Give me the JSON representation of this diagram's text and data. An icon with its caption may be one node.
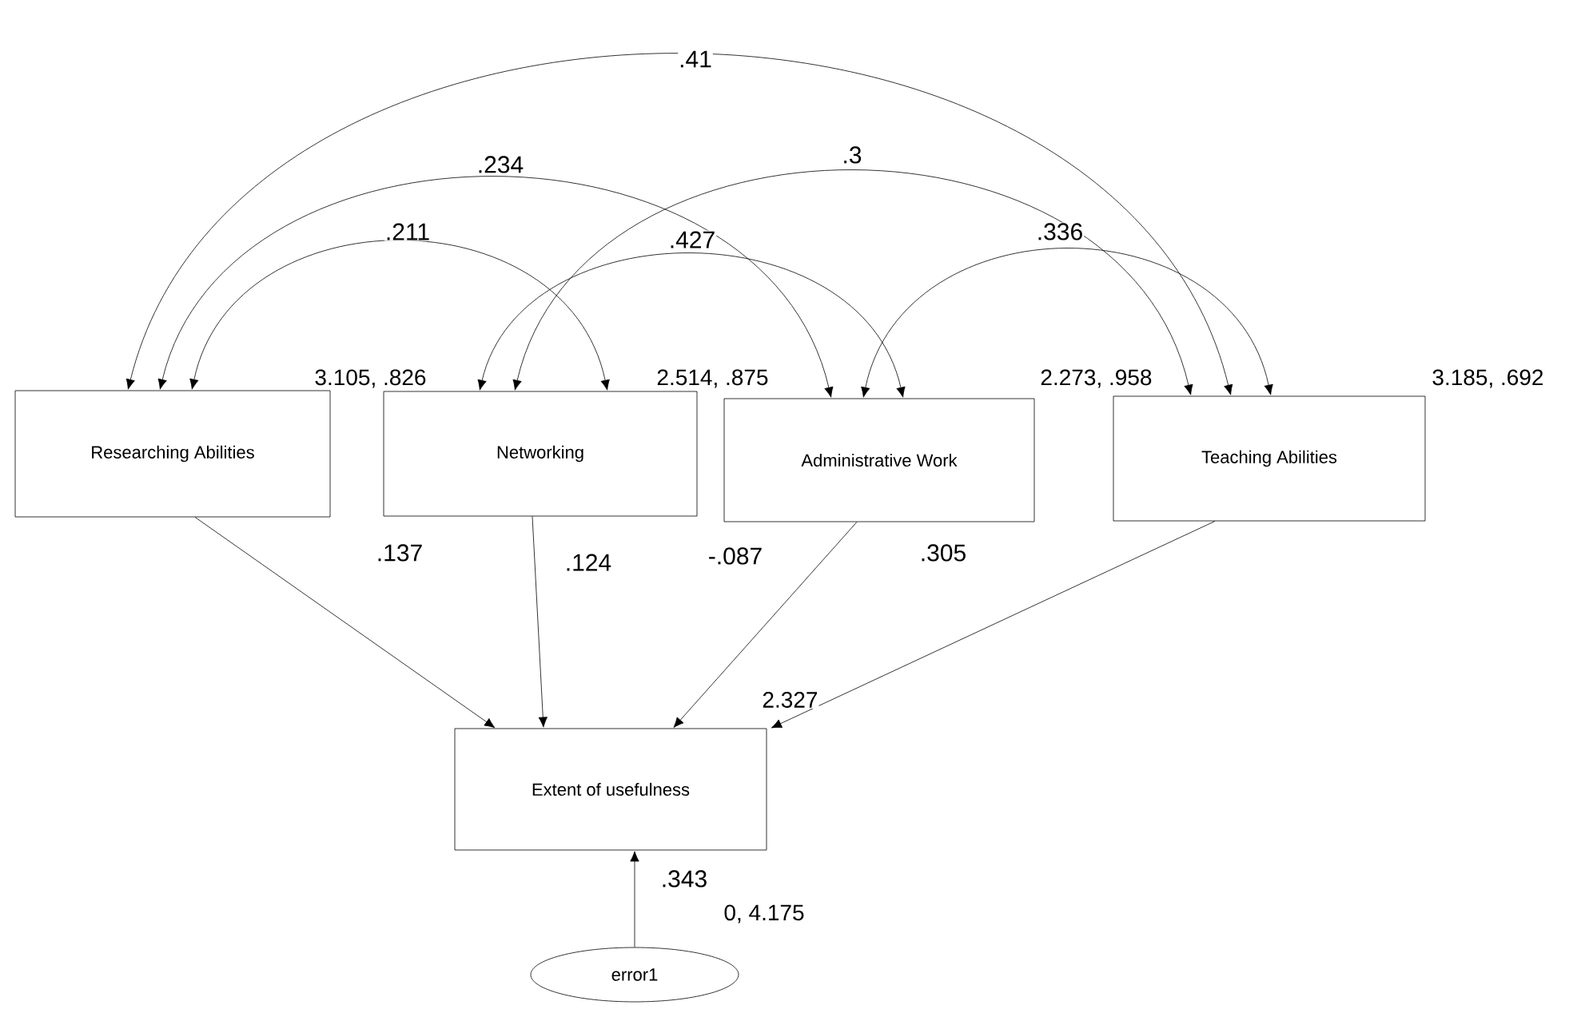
{
  "diagram": {
    "nodes": [
      {
        "text": [
          "Researching Abilities"
        ],
        "beside": [
          "3.105, .826"
        ]
      },
      {
        "text": [
          "Networking"
        ],
        "beside": [
          "2.514, .875"
        ]
      },
      {
        "text": [
          "Administrative Work"
        ],
        "beside": [
          "2.273, .958"
        ]
      },
      {
        "text": [
          "Teaching Abilities"
        ],
        "beside": [
          "3.185, .692"
        ]
      },
      {
        "text": [
          "Extent of usefulness"
        ],
        "beside": [
          "2.327"
        ]
      },
      {
        "text": [
          "error1"
        ],
        "beside": [
          "0, 4.175"
        ]
      }
    ],
    "edges": [
      {
        "from": 0,
        "to": 1,
        "arrow": "both",
        "label": ".211"
      },
      {
        "from": 0,
        "to": 2,
        "arrow": "both",
        "label": ".234"
      },
      {
        "from": 0,
        "to": 3,
        "arrow": "both",
        "label": ".41"
      },
      {
        "from": 1,
        "to": 2,
        "arrow": "both",
        "label": ".427"
      },
      {
        "from": 1,
        "to": 3,
        "arrow": "both",
        "label": ".3"
      },
      {
        "from": 2,
        "to": 3,
        "arrow": "both",
        "label": ".336"
      },
      {
        "from": 0,
        "to": 4,
        "arrow": "to",
        "label": ".137"
      },
      {
        "from": 1,
        "to": 4,
        "arrow": "to",
        "label": ".124"
      },
      {
        "from": 2,
        "to": 4,
        "arrow": "to",
        "label": "-.087"
      },
      {
        "from": 3,
        "to": 4,
        "arrow": "to",
        "label": ".305"
      },
      {
        "from": 5,
        "to": 4,
        "arrow": "to",
        "label": ".343"
      }
    ]
  }
}
